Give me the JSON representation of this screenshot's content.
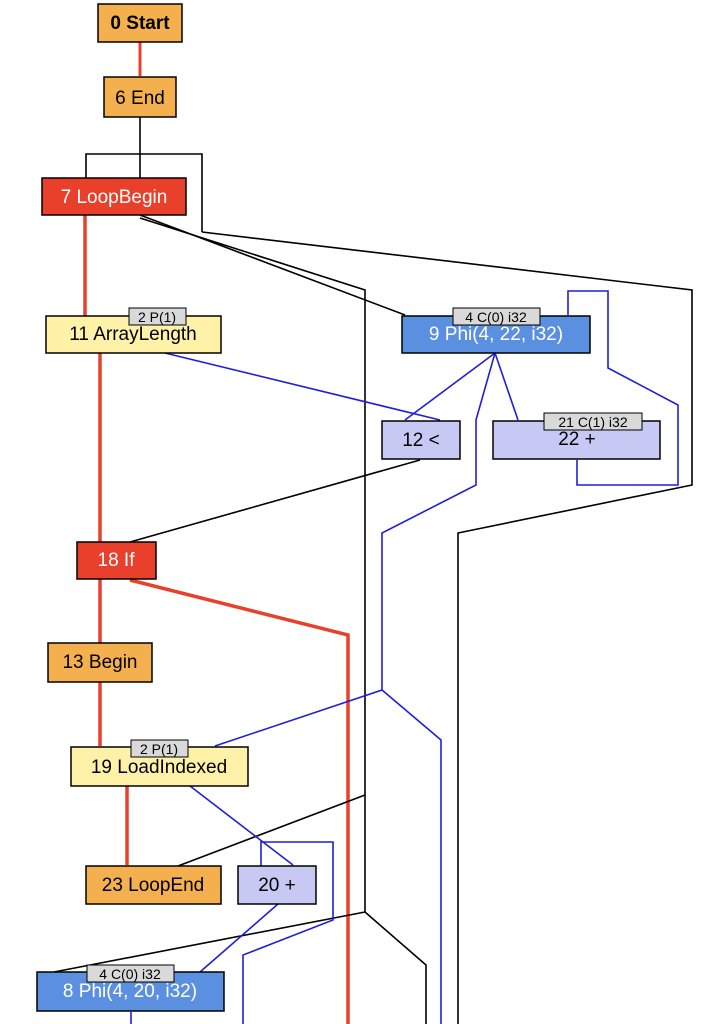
{
  "colors": {
    "control": "#f4b04e",
    "control_red": "#e8402a",
    "phi": "#5b8fe0",
    "param": "#fff2a8",
    "op": "#c8c8f4",
    "badge": "#d9d9d9",
    "edge_control": "#e8402a",
    "edge_data": "#1f1fd8",
    "edge_plain": "#000000"
  },
  "nodes": {
    "n0": {
      "label": "0 Start"
    },
    "n6": {
      "label": "6 End"
    },
    "n7": {
      "label": "7 LoopBegin"
    },
    "n11": {
      "label": "11 ArrayLength",
      "badge": "2 P(1)"
    },
    "n9": {
      "label": "9 Phi(4, 22, i32)",
      "badge": "4 C(0) i32"
    },
    "n12": {
      "label": "12 <"
    },
    "n22": {
      "label": "22 +",
      "badge": "21 C(1) i32"
    },
    "n18": {
      "label": "18 If"
    },
    "n13": {
      "label": "13 Begin"
    },
    "n19": {
      "label": "19 LoadIndexed",
      "badge": "2 P(1)"
    },
    "n23": {
      "label": "23 LoopEnd"
    },
    "n20": {
      "label": "20 +"
    },
    "n8": {
      "label": "8 Phi(4, 20, i32)",
      "badge": "4 C(0) i32"
    }
  }
}
